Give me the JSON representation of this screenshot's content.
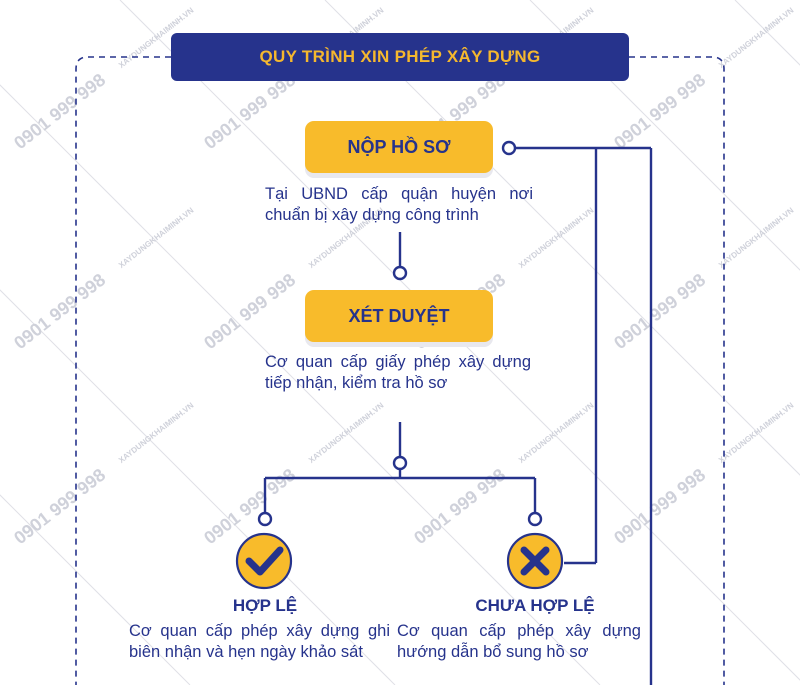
{
  "title": "QUY TRÌNH XIN PHÉP XÂY DỰNG",
  "steps": [
    {
      "label": "NỘP HỒ SƠ",
      "description": "Tại UBND cấp quận huyện nơi chuẩn bị xây dựng công trình"
    },
    {
      "label": "XÉT DUYỆT",
      "description": "Cơ quan cấp giấy phép xây dựng tiếp nhận, kiểm tra hồ sơ"
    }
  ],
  "outcomes": [
    {
      "label": "HỢP LỆ",
      "icon": "check-icon",
      "description": "Cơ quan cấp phép xây dựng ghi biên nhận và hẹn ngày khảo sát"
    },
    {
      "label": "CHƯA HỢP LỆ",
      "icon": "cross-icon",
      "description": "Cơ quan cấp phép xây dựng hướng dẫn bổ sung hồ sơ"
    }
  ],
  "watermark": {
    "phone": "0901 999 998",
    "site": "XAYDUNGKHAIMINH.VN"
  },
  "colors": {
    "navy": "#26338c",
    "yellow": "#f8bb2b",
    "watermark": "#c9cbd6"
  }
}
